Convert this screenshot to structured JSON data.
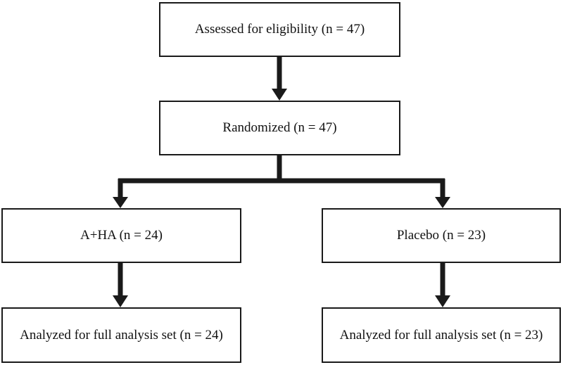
{
  "flowchart": {
    "assessed": "Assessed for eligibility (n = 47)",
    "randomized": "Randomized (n = 47)",
    "arm_left": "A+HA (n = 24)",
    "arm_right": "Placebo (n = 23)",
    "analyzed_left": "Analyzed for full analysis set (n = 24)",
    "analyzed_right": "Analyzed for full analysis set (n = 23)"
  }
}
